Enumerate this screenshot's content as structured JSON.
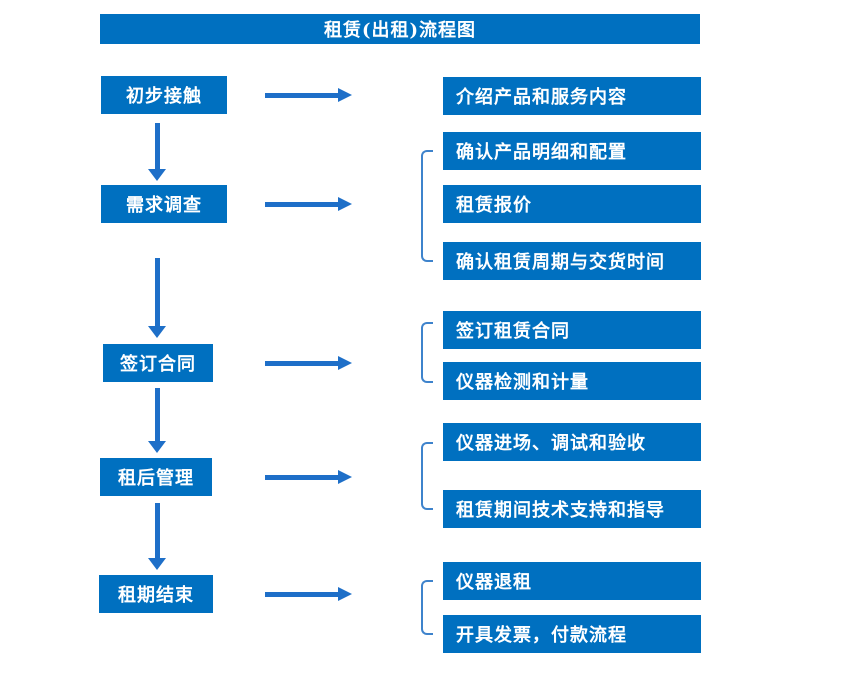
{
  "title": "租赁(出租)流程图",
  "colors": {
    "box_fill": "#0070C0",
    "arrow": "#1E6FC8",
    "bracket": "#3E83CC",
    "text": "#FFFFFF",
    "background": "#FFFFFF"
  },
  "steps": [
    {
      "label": "初步接触",
      "outputs": [
        "介绍产品和服务内容"
      ]
    },
    {
      "label": "需求调查",
      "outputs": [
        "确认产品明细和配置",
        "租赁报价",
        "确认租赁周期与交货时间"
      ]
    },
    {
      "label": "签订合同",
      "outputs": [
        "签订租赁合同",
        "仪器检测和计量"
      ]
    },
    {
      "label": "租后管理",
      "outputs": [
        "仪器进场、调试和验收",
        "租赁期间技术支持和指导"
      ]
    },
    {
      "label": "租期结束",
      "outputs": [
        "仪器退租",
        "开具发票，付款流程"
      ]
    }
  ]
}
